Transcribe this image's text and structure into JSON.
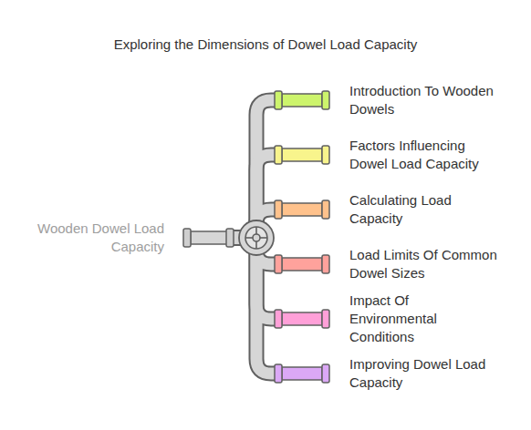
{
  "diagram": {
    "title": "Exploring the Dimensions of Dowel Load Capacity",
    "nodes": [
      {
        "text": [
          "Wooden Dowel Load Capacity"
        ]
      },
      {
        "text": [
          "Introduction To Wooden Dowels"
        ]
      },
      {
        "text": [
          "Factors Influencing Dowel Load Capacity"
        ]
      },
      {
        "text": [
          "Calculating Load Capacity"
        ]
      },
      {
        "text": [
          "Load Limits Of Common Dowel Sizes"
        ]
      },
      {
        "text": [
          "Impact Of Environmental Conditions"
        ]
      },
      {
        "text": [
          "Improving Dowel Load Capacity"
        ]
      }
    ],
    "edges": [
      {
        "from": 0,
        "to": 1,
        "arrow": "none"
      },
      {
        "from": 0,
        "to": 2,
        "arrow": "none"
      },
      {
        "from": 0,
        "to": 3,
        "arrow": "none"
      },
      {
        "from": 0,
        "to": 4,
        "arrow": "none"
      },
      {
        "from": 0,
        "to": 5,
        "arrow": "none"
      },
      {
        "from": 0,
        "to": 6,
        "arrow": "none"
      }
    ]
  }
}
